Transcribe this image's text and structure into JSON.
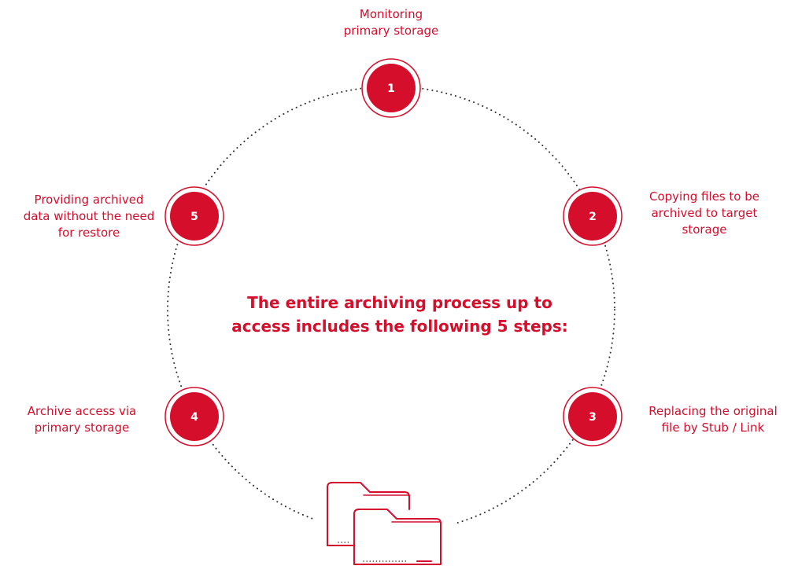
{
  "colors": {
    "accent": "#d40e2b",
    "dots": "#333333",
    "background": "#ffffff"
  },
  "title": "The entire archiving process up to\naccess includes the following 5 steps:",
  "steps": [
    {
      "number": "1",
      "label": "Monitoring\nprimary storage"
    },
    {
      "number": "2",
      "label": "Copying files to be\narchived to target\nstorage"
    },
    {
      "number": "3",
      "label": "Replacing the original\nfile by Stub / Link"
    },
    {
      "number": "4",
      "label": "Archive access via\nprimary storage"
    },
    {
      "number": "5",
      "label": "Providing archived\ndata without the need\nfor restore"
    }
  ],
  "icons": {
    "center_bottom": "folders-icon"
  }
}
